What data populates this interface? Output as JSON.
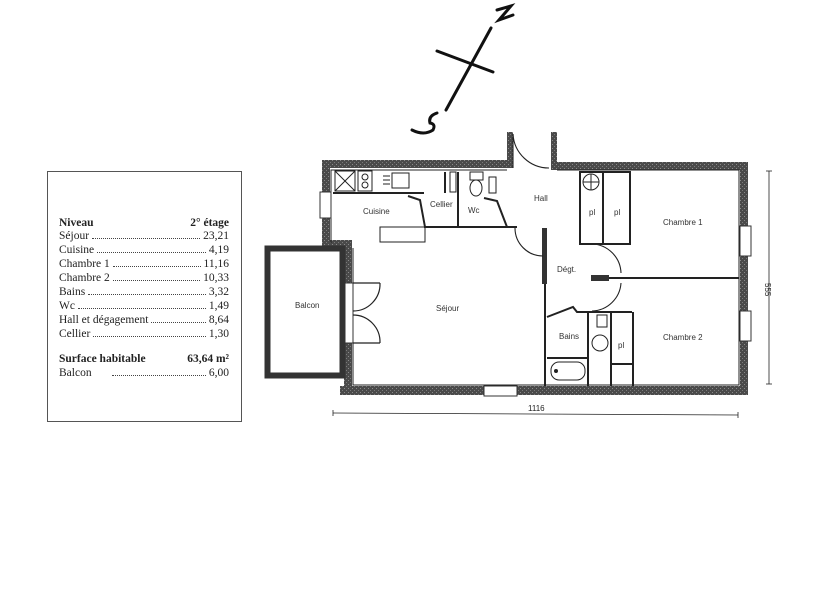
{
  "legend": {
    "header": {
      "label": "Niveau",
      "value": "2° étage"
    },
    "rooms": [
      {
        "label": "Séjour",
        "value": "23,21"
      },
      {
        "label": "Cuisine",
        "value": "4,19"
      },
      {
        "label": "Chambre 1",
        "value": "11,16"
      },
      {
        "label": "Chambre 2",
        "value": "10,33"
      },
      {
        "label": "Bains",
        "value": "3,32"
      },
      {
        "label": "Wc",
        "value": "1,49"
      },
      {
        "label": "Hall et dégagement",
        "value": "8,64"
      },
      {
        "label": "Cellier",
        "value": "1,30"
      }
    ],
    "total": {
      "label": "Surface habitable",
      "value": "63,64 m²"
    },
    "balcony": {
      "label": "Balcon",
      "value": "6,00"
    }
  },
  "plan": {
    "rooms": {
      "cuisine": "Cuisine",
      "cellier": "Cellier",
      "wc": "Wc",
      "hall": "Hall",
      "chambre1": "Chambre 1",
      "chambre2": "Chambre 2",
      "degagement": "Dégt.",
      "bains": "Bains",
      "sejour": "Séjour",
      "balcon": "Balcon",
      "placard": "pl"
    },
    "dimensions": {
      "width": "1116",
      "height": "555"
    },
    "compass": {
      "north": "N",
      "south": "S"
    },
    "colors": {
      "wall": "#3a3a3a",
      "line": "#222222",
      "background": "#ffffff"
    }
  }
}
